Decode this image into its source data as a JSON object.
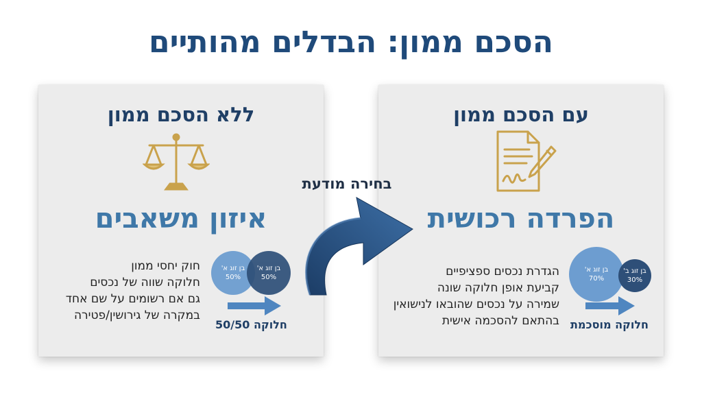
{
  "title": "הסכם ממון: הבדלים מהותיים",
  "center_label": "בחירה מודעת",
  "left_card": {
    "heading": "ללא הסכם ממון",
    "icon": "scales-icon",
    "subtitle": "איזון משאבים",
    "bullets": [
      "חוק יחסי ממון",
      "חלוקה שווה של נכסים",
      "גם אם רשומים על שם אחד",
      "במקרה של גירושין/פטירה"
    ],
    "circles": [
      {
        "label": "בן זוג א'",
        "value": "50%"
      },
      {
        "label": "בן זוג א'",
        "value": "50%"
      }
    ],
    "split_label": "חלוקה 50/50"
  },
  "right_card": {
    "heading": "עם הסכם ממון",
    "icon": "document-signature-icon",
    "subtitle": "הפרדה רכושית",
    "bullets": [
      "הגדרת נכסים ספציפיים",
      "קביעת אופן חלוקה שונה",
      "שמירה על נכסים שהובאו לנישואין",
      "בהתאם להסכמה אישית"
    ],
    "circles": [
      {
        "label": "בן זוג א'",
        "value": "70%"
      },
      {
        "label": "בן זוג ב'",
        "value": "30%"
      }
    ],
    "split_label": "חלוקה מוסכמת"
  },
  "colors": {
    "title": "#1f4a7a",
    "card_bg": "#ececec",
    "accent_light": "#6d9dd0",
    "accent_dark": "#2e4f78",
    "gold": "#c9a24c"
  }
}
